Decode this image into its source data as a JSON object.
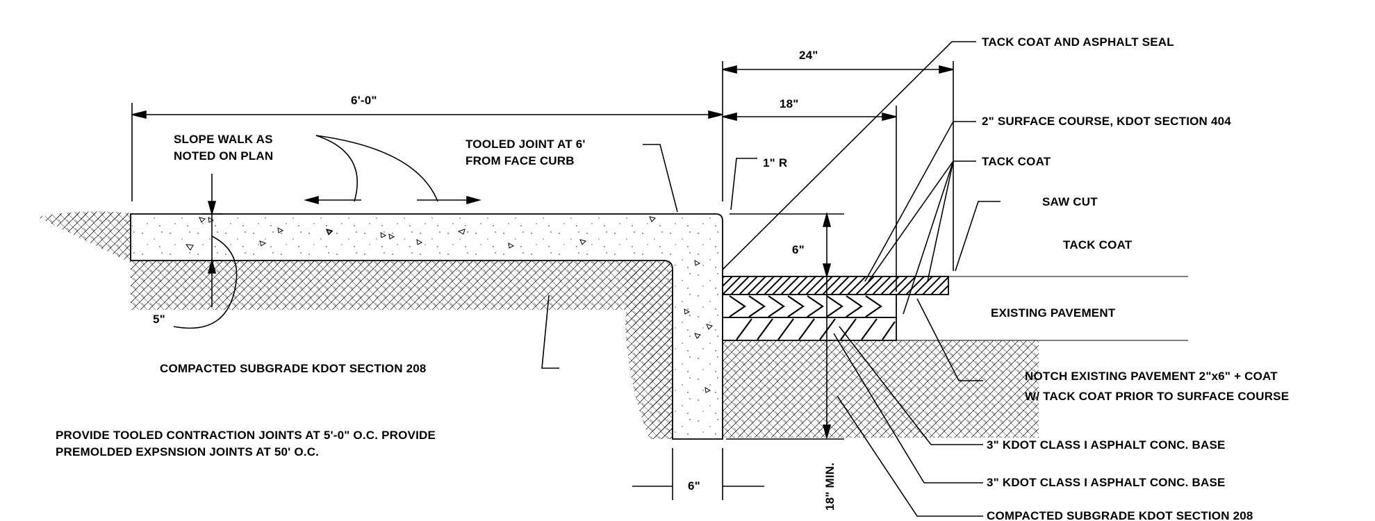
{
  "dimensions": {
    "width_6_0": "6'-0\"",
    "w24": "24\"",
    "w18": "18\"",
    "r1": "1\" R",
    "h6": "6\"",
    "d5": "5\"",
    "curb6": "6\"",
    "min18": "18\" MIN."
  },
  "notes": {
    "slope_walk_1": "SLOPE WALK AS",
    "slope_walk_2": "NOTED ON PLAN",
    "tooled_joint_1": "TOOLED JOINT AT 6'",
    "tooled_joint_2": "FROM FACE CURB",
    "compacted_left": "COMPACTED SUBGRADE KDOT SECTION 208",
    "provide_1": "PROVIDE TOOLED CONTRACTION JOINTS AT 5'-0\" O.C. PROVIDE",
    "provide_2": "PREMOLDED EXPSNSION JOINTS AT 50' O.C.",
    "tack_seal": "TACK COAT AND ASPHALT SEAL",
    "surface_course": "2\" SURFACE COURSE, KDOT SECTION 404",
    "tack_coat_1": "TACK COAT",
    "saw_cut": "SAW CUT",
    "tack_coat_2": "TACK COAT",
    "existing_pavement": "EXISTING PAVEMENT",
    "notch_1": "NOTCH EXISTING PAVEMENT 2\"x6\" + COAT",
    "notch_2": "W/ TACK COAT PRIOR TO SURFACE COURSE",
    "base_1": "3\" KDOT CLASS I ASPHALT CONC. BASE",
    "base_2": "3\" KDOT CLASS I ASPHALT CONC. BASE",
    "compacted_right": "COMPACTED SUBGRADE KDOT SECTION 208"
  }
}
